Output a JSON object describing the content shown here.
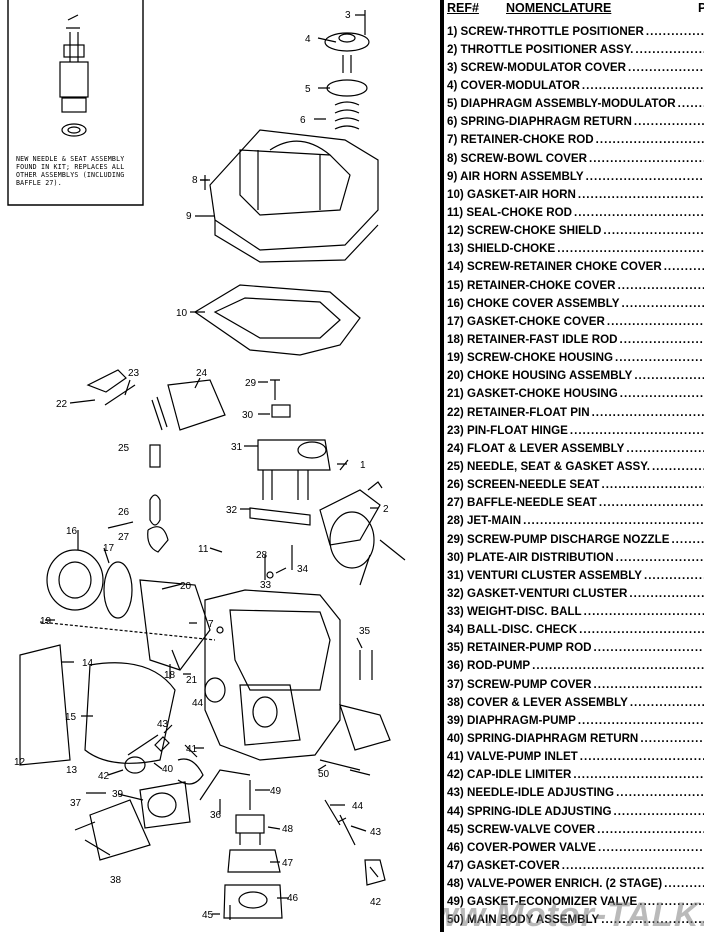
{
  "header": {
    "ref": "REF#",
    "nomenclature": "NOMENCLATURE",
    "cut": "P"
  },
  "note": "NEW NEEDLE & SEAT ASSEMBLY FOUND IN KIT; REPLACES ALL OTHER ASSEMBLYS (INCLUDING BAFFLE 27).",
  "watermark": "www.Motor-TALK.de",
  "callouts": [
    "1",
    "2",
    "3",
    "4",
    "5",
    "6",
    "7",
    "8",
    "9",
    "10",
    "11",
    "12",
    "13",
    "14",
    "15",
    "16",
    "17",
    "18",
    "19",
    "20",
    "21",
    "22",
    "23",
    "24",
    "25",
    "26",
    "27",
    "28",
    "29",
    "30",
    "31",
    "32",
    "33",
    "34",
    "35",
    "36",
    "37",
    "38",
    "39",
    "40",
    "41",
    "42",
    "43",
    "44",
    "45",
    "46",
    "47",
    "48",
    "49",
    "50"
  ],
  "parts": [
    "1) SCREW-THROTTLE POSITIONER",
    "2) THROTTLE POSITIONER ASSY.",
    "3) SCREW-MODULATOR COVER",
    "4) COVER-MODULATOR",
    "5) DIAPHRAGM ASSEMBLY-MODULATOR",
    "6) SPRING-DIAPHRAGM RETURN",
    "7) RETAINER-CHOKE ROD",
    "8) SCREW-BOWL COVER",
    "9) AIR HORN ASSEMBLY",
    "10) GASKET-AIR HORN",
    "11) SEAL-CHOKE ROD",
    "12) SCREW-CHOKE SHIELD",
    "13) SHIELD-CHOKE",
    "14) SCREW-RETAINER CHOKE COVER",
    "15) RETAINER-CHOKE COVER",
    "16) CHOKE COVER ASSEMBLY",
    "17) GASKET-CHOKE COVER",
    "18) RETAINER-FAST IDLE ROD",
    "19) SCREW-CHOKE HOUSING",
    "20) CHOKE HOUSING ASSEMBLY",
    "21) GASKET-CHOKE HOUSING",
    "22) RETAINER-FLOAT PIN",
    "23) PIN-FLOAT HINGE",
    "24) FLOAT & LEVER ASSEMBLY",
    "25) NEEDLE, SEAT & GASKET ASSY.",
    "26) SCREEN-NEEDLE SEAT",
    "27) BAFFLE-NEEDLE SEAT",
    "28) JET-MAIN",
    "29) SCREW-PUMP DISCHARGE NOZZLE",
    "30) PLATE-AIR DISTRIBUTION",
    "31) VENTURI CLUSTER ASSEMBLY",
    "32) GASKET-VENTURI CLUSTER",
    "33) WEIGHT-DISC. BALL",
    "34) BALL-DISC. CHECK",
    "35) RETAINER-PUMP ROD",
    "36) ROD-PUMP",
    "37) SCREW-PUMP COVER",
    "38) COVER & LEVER ASSEMBLY",
    "39) DIAPHRAGM-PUMP",
    "40) SPRING-DIAPHRAGM RETURN",
    "41) VALVE-PUMP INLET",
    "42) CAP-IDLE LIMITER",
    "43) NEEDLE-IDLE ADJUSTING",
    "44) SPRING-IDLE ADJUSTING",
    "45) SCREW-VALVE COVER",
    "46) COVER-POWER VALVE",
    "47) GASKET-COVER",
    "48) VALVE-POWER ENRICH. (2 STAGE)",
    "49) GASKET-ECONOMIZER VALVE",
    "50) MAIN BODY ASSEMBLY"
  ]
}
